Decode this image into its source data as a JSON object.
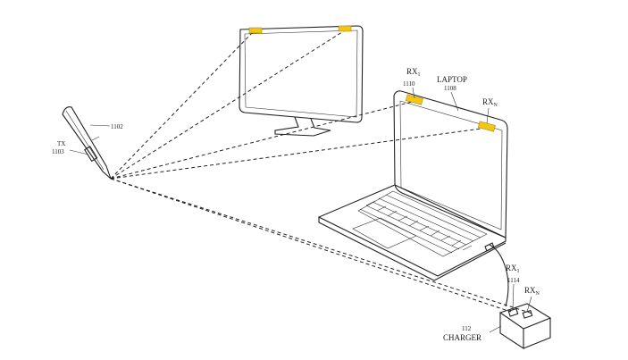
{
  "labels": {
    "pen_ref": "1102",
    "tx": "TX",
    "tx_ref": "1103",
    "laptop": "LAPTOP",
    "laptop_ref": "1108",
    "laptop_rx1": "RX",
    "laptop_rx1_sub": "1",
    "laptop_rx1_ref": "1110",
    "laptop_rxn": "RX",
    "laptop_rxn_sub": "N",
    "charger_rx1": "RX",
    "charger_rx1_sub": "1",
    "charger_rx1_ref": "1114",
    "charger_rxn": "RX",
    "charger_rxn_sub": "N",
    "charger_ref": "112",
    "charger": "CHARGER"
  },
  "colors": {
    "background": "#ededed",
    "canvas": "#ffffff",
    "line": "#222222",
    "sensor": "#f3c614"
  }
}
